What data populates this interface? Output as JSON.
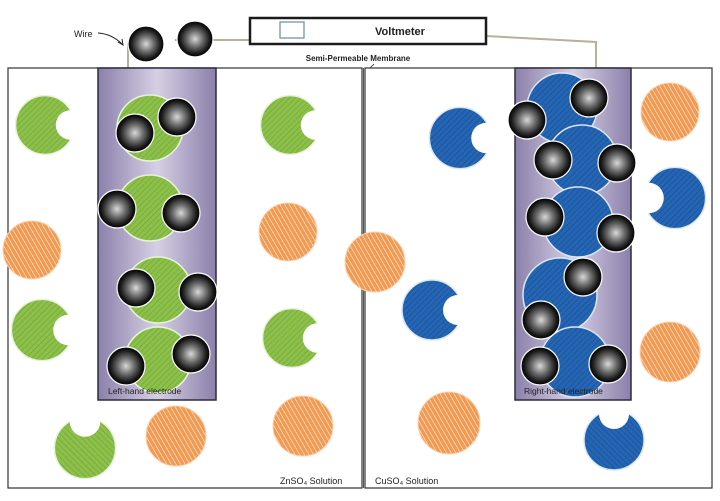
{
  "labels": {
    "wire": "Wire",
    "voltmeter": "Voltmeter",
    "membrane": "Semi-Permeable Membrane",
    "left_electrode": "Left-hand electrode",
    "right_electrode": "Right-hand electrode",
    "left_solution": "ZnSO₄ Solution",
    "right_solution": "CuSO₄ Solution"
  },
  "colors": {
    "zinc": "#86b944",
    "copper": "#1f5fae",
    "sulfate": "#f08a3c",
    "electron": "#2a2a2a",
    "electrode": "#9d92ba"
  }
}
